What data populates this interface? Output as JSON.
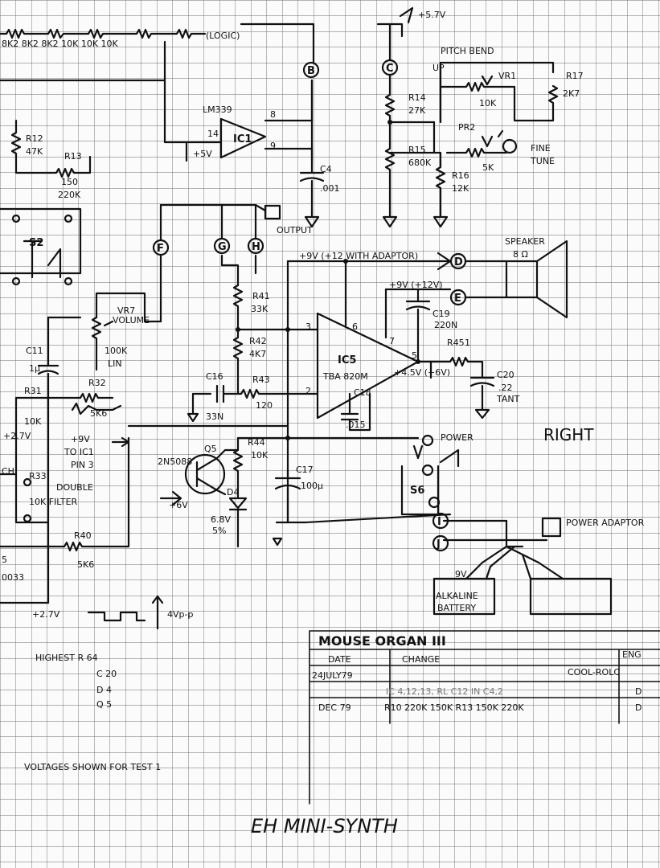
{
  "title": "EH MINI-SYNTH",
  "title_block": {
    "heading": "MOUSE ORGAN III",
    "col_date": "DATE",
    "col_change": "CHANGE",
    "col_eng": "ENG",
    "rows": [
      {
        "date": "24JULY79",
        "change": "",
        "eng": "COOL-ROLC"
      },
      {
        "date": "",
        "change": "IC 4,12,13,  RL C12 IN C4,2",
        "eng": "D"
      },
      {
        "date": "DEC 79",
        "change": "R10 220K 150K   R13 150K 220K",
        "eng": "D"
      }
    ]
  },
  "notes": {
    "highest_r": "HIGHEST R  64",
    "highest_c": "C  20",
    "highest_d": "D  4",
    "highest_q": "Q  5",
    "voltages": "VOLTAGES SHOWN FOR TEST 1",
    "right": "RIGHT",
    "waveform": "+2.7V",
    "vpp": "4Vp-p"
  },
  "labels": {
    "top_resistors": "8K2  8K2  8K2  10K  10K  10K",
    "logic": "(LOGIC)",
    "supply_top": "+5.7V",
    "ic1": "IC1",
    "lm339": "LM339",
    "ic1_14": "14",
    "ic1_8": "8",
    "ic1_9": "9",
    "ic1_5v": "+5V",
    "c4": "C4",
    "c4v": ".001",
    "r12": "R12",
    "r12v": "47K",
    "r13": "R13",
    "r13v": "150",
    "r13v2": "220K",
    "s2": "S2",
    "output": "OUTPUT",
    "pitch_bend": "PITCH BEND",
    "up": "UP",
    "vr1": "VR1",
    "vr1v": "10K",
    "r17": "R17",
    "r17v": "2K7",
    "r14": "R14",
    "r14v": "27K",
    "r15": "R15",
    "r15v": "680K",
    "r16": "R16",
    "r16v": "12K",
    "pr2": "PR2",
    "pr2v": "5K",
    "fine_tune": "FINE",
    "fine_tune2": "TUNE",
    "supply_9v": "+9V (+12 WITH ADAPTOR)",
    "supply_9v_b": "+9V (+12V)",
    "speaker": "SPEAKER",
    "speaker_ohm": "8 Ω",
    "r41": "R41",
    "r41v": "33K",
    "r42": "R42",
    "r42v": "4K7",
    "vr7": "VR7",
    "vr7v": "VOLUME",
    "vr7v2": "100K",
    "vr7v3": "LIN",
    "c11": "C11",
    "c11v": "1μ",
    "r32": "R32",
    "r32v": "5K6",
    "r31": "R31",
    "r31v": "10K",
    "c16": "C16",
    "c16v": "33N",
    "r43": "R43",
    "r43v": "120",
    "ic5": "IC5",
    "ic5p": "TBA 820M",
    "ic5_3": "3",
    "ic5_2": "2",
    "ic5_6": "6",
    "ic5_7": "7",
    "ic5_5": "5",
    "ic5_v": "+4.5V (+6V)",
    "c18": "C18",
    "c18v": ".015",
    "c19": "C19",
    "c19v": "220N",
    "r45": "R45",
    "r45v": "1",
    "c20": "C20",
    "c20v": ".22",
    "c20v2": "TANT",
    "to_ic1": "+9V",
    "to_ic1b": "TO IC1",
    "to_ic1c": "PIN 3",
    "q5": "Q5",
    "q5p": "2N5088",
    "q5v": "+6V",
    "r44": "R44",
    "r44v": "10K",
    "d4": "D4",
    "zener": "6.8V",
    "zener2": "5%",
    "c17": "C17",
    "c17v": "100μ",
    "power": "POWER",
    "s6": "S6",
    "power_adaptor": "POWER ADAPTOR",
    "battery_v": "9V",
    "battery": "ALKALINE",
    "battery2": "BATTERY",
    "r33": "R33",
    "double": "DOUBLE",
    "filter": "10K FILTER",
    "r40": "R40",
    "r40v": "5K6",
    "node_b": "B",
    "node_c": "C",
    "node_d": "D",
    "node_e": "E",
    "node_f": "F",
    "node_g": "G",
    "node_h": "H",
    "node_i": "I",
    "node_j": "J",
    "misc_27v": "+2.7V",
    "misc_l": "CH",
    "misc_5": "5",
    "misc_0033": "0033"
  }
}
